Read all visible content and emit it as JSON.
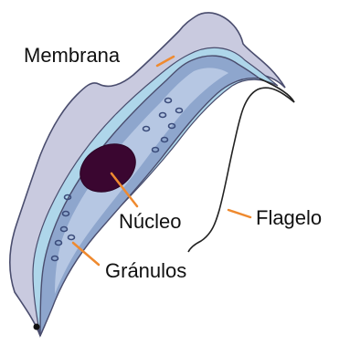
{
  "labels": {
    "membrane": "Membrana",
    "nucleus": "Núcleo",
    "flagellum": "Flagelo",
    "granules": "Gránulos"
  },
  "colors": {
    "outer_membrane_fill": "#c9cadf",
    "outer_membrane_stroke": "#4a4d6e",
    "body_fill": "#8ea6cd",
    "inner_fill": "#b6c7e3",
    "edge_blue": "#aed6ea",
    "nucleus_fill": "#3a0630",
    "granule_stroke": "#3a4b7a",
    "leader_line": "#ef8a2f",
    "flagellum_line": "#222222"
  }
}
